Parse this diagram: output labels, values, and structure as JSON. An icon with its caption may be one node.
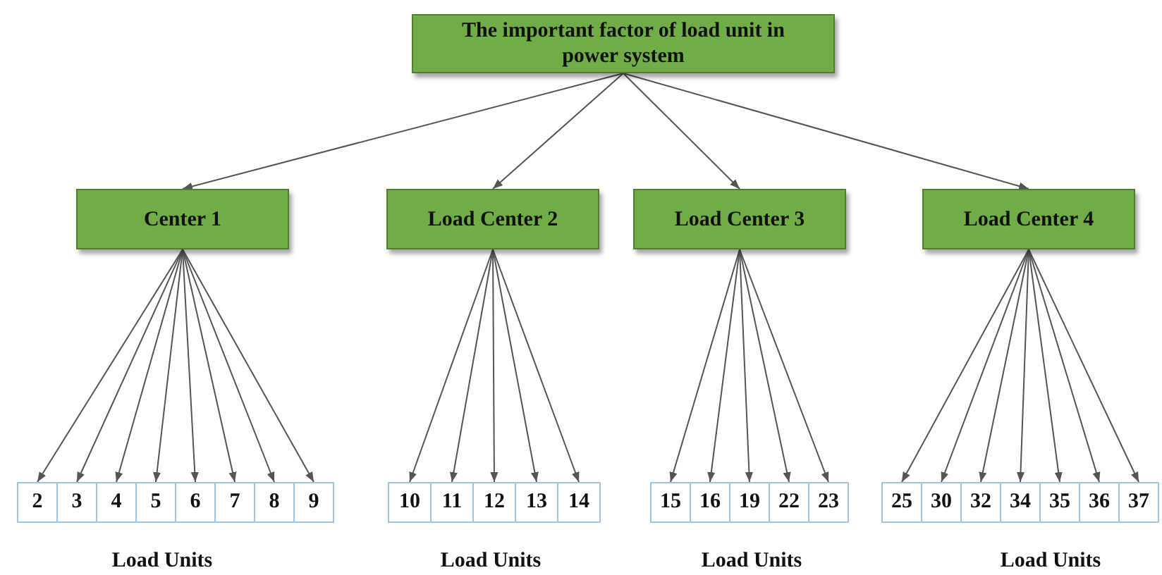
{
  "diagram": {
    "nodes": [
      {
        "text": [
          "The important factor of load unit in power system"
        ]
      },
      {
        "text": [
          "Center 1"
        ]
      },
      {
        "text": [
          "Load Center 2"
        ]
      },
      {
        "text": [
          "Load Center 3"
        ]
      },
      {
        "text": [
          "Load Center 4"
        ]
      },
      {
        "text": [
          "2"
        ]
      },
      {
        "text": [
          "3"
        ]
      },
      {
        "text": [
          "4"
        ]
      },
      {
        "text": [
          "5"
        ]
      },
      {
        "text": [
          "6"
        ]
      },
      {
        "text": [
          "7"
        ]
      },
      {
        "text": [
          "8"
        ]
      },
      {
        "text": [
          "9"
        ]
      },
      {
        "text": [
          "10"
        ]
      },
      {
        "text": [
          "11"
        ]
      },
      {
        "text": [
          "12"
        ]
      },
      {
        "text": [
          "13"
        ]
      },
      {
        "text": [
          "14"
        ]
      },
      {
        "text": [
          "15"
        ]
      },
      {
        "text": [
          "16"
        ]
      },
      {
        "text": [
          "19"
        ]
      },
      {
        "text": [
          "22"
        ]
      },
      {
        "text": [
          "23"
        ]
      },
      {
        "text": [
          "25"
        ]
      },
      {
        "text": [
          "30"
        ]
      },
      {
        "text": [
          "32"
        ]
      },
      {
        "text": [
          "34"
        ]
      },
      {
        "text": [
          "35"
        ]
      },
      {
        "text": [
          "36"
        ]
      },
      {
        "text": [
          "37"
        ]
      }
    ],
    "edges": [
      {
        "from": 0,
        "to": 1,
        "arrow": "to"
      },
      {
        "from": 0,
        "to": 2,
        "arrow": "to"
      },
      {
        "from": 0,
        "to": 3,
        "arrow": "to"
      },
      {
        "from": 0,
        "to": 4,
        "arrow": "to"
      },
      {
        "from": 1,
        "to": 5,
        "arrow": "to"
      },
      {
        "from": 1,
        "to": 6,
        "arrow": "to"
      },
      {
        "from": 1,
        "to": 7,
        "arrow": "to"
      },
      {
        "from": 1,
        "to": 8,
        "arrow": "to"
      },
      {
        "from": 1,
        "to": 9,
        "arrow": "to"
      },
      {
        "from": 1,
        "to": 10,
        "arrow": "to"
      },
      {
        "from": 1,
        "to": 11,
        "arrow": "to"
      },
      {
        "from": 1,
        "to": 12,
        "arrow": "to"
      },
      {
        "from": 2,
        "to": 13,
        "arrow": "to"
      },
      {
        "from": 2,
        "to": 14,
        "arrow": "to"
      },
      {
        "from": 2,
        "to": 15,
        "arrow": "to"
      },
      {
        "from": 2,
        "to": 16,
        "arrow": "to"
      },
      {
        "from": 2,
        "to": 17,
        "arrow": "to"
      },
      {
        "from": 3,
        "to": 18,
        "arrow": "to"
      },
      {
        "from": 3,
        "to": 19,
        "arrow": "to"
      },
      {
        "from": 3,
        "to": 20,
        "arrow": "to"
      },
      {
        "from": 3,
        "to": 21,
        "arrow": "to"
      },
      {
        "from": 3,
        "to": 22,
        "arrow": "to"
      },
      {
        "from": 4,
        "to": 23,
        "arrow": "to"
      },
      {
        "from": 4,
        "to": 24,
        "arrow": "to"
      },
      {
        "from": 4,
        "to": 25,
        "arrow": "to"
      },
      {
        "from": 4,
        "to": 26,
        "arrow": "to"
      },
      {
        "from": 4,
        "to": 27,
        "arrow": "to"
      },
      {
        "from": 4,
        "to": 28,
        "arrow": "to"
      },
      {
        "from": 4,
        "to": 29,
        "arrow": "to"
      }
    ],
    "labels": [
      "Load Units",
      "Load Units",
      "Load Units",
      "Load Units"
    ]
  }
}
